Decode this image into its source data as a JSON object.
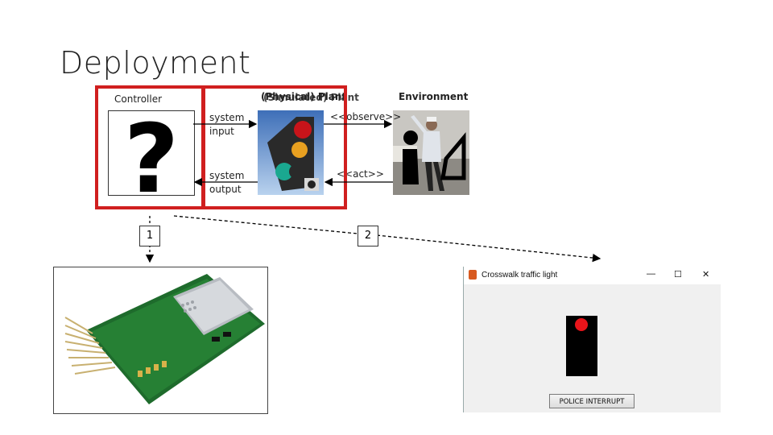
{
  "title": "Deployment",
  "labels": {
    "controller": "Controller",
    "plant_overlap_a": "(Physical) Plant",
    "plant_overlap_b": "(Simulated) Plant",
    "environment": "Environment",
    "system_input": "system\ninput",
    "system_output": "system\noutput",
    "observe": "<<observe>>",
    "act": "<<act>>"
  },
  "markers": {
    "one": "1",
    "two": "2"
  },
  "window": {
    "title": "Crosswalk traffic light",
    "minimize": "—",
    "maximize": "☐",
    "close": "✕",
    "button": "POLICE INTERRUPT"
  },
  "colors": {
    "red_frame": "#d01f1f",
    "signal_red": "#e8141a"
  },
  "icons": [
    "question-mark-icon",
    "traffic-light-icon",
    "police-officer-icon",
    "circuit-board-icon",
    "java-cup-icon"
  ]
}
